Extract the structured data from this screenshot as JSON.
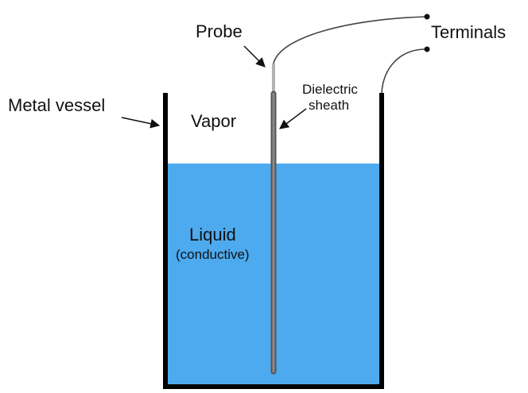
{
  "labels": {
    "probe": "Probe",
    "terminals": "Terminals",
    "metal_vessel": "Metal vessel",
    "vapor": "Vapor",
    "dielectric_line1": "Dielectric",
    "dielectric_line2": "sheath",
    "liquid": "Liquid",
    "liquid_note": "(conductive)"
  },
  "colors": {
    "liquid": "#4DAAEE",
    "vessel_wall": "#000000",
    "probe_tip": "#b3b3b3",
    "sheath": "#555555",
    "wire": "#444444"
  }
}
